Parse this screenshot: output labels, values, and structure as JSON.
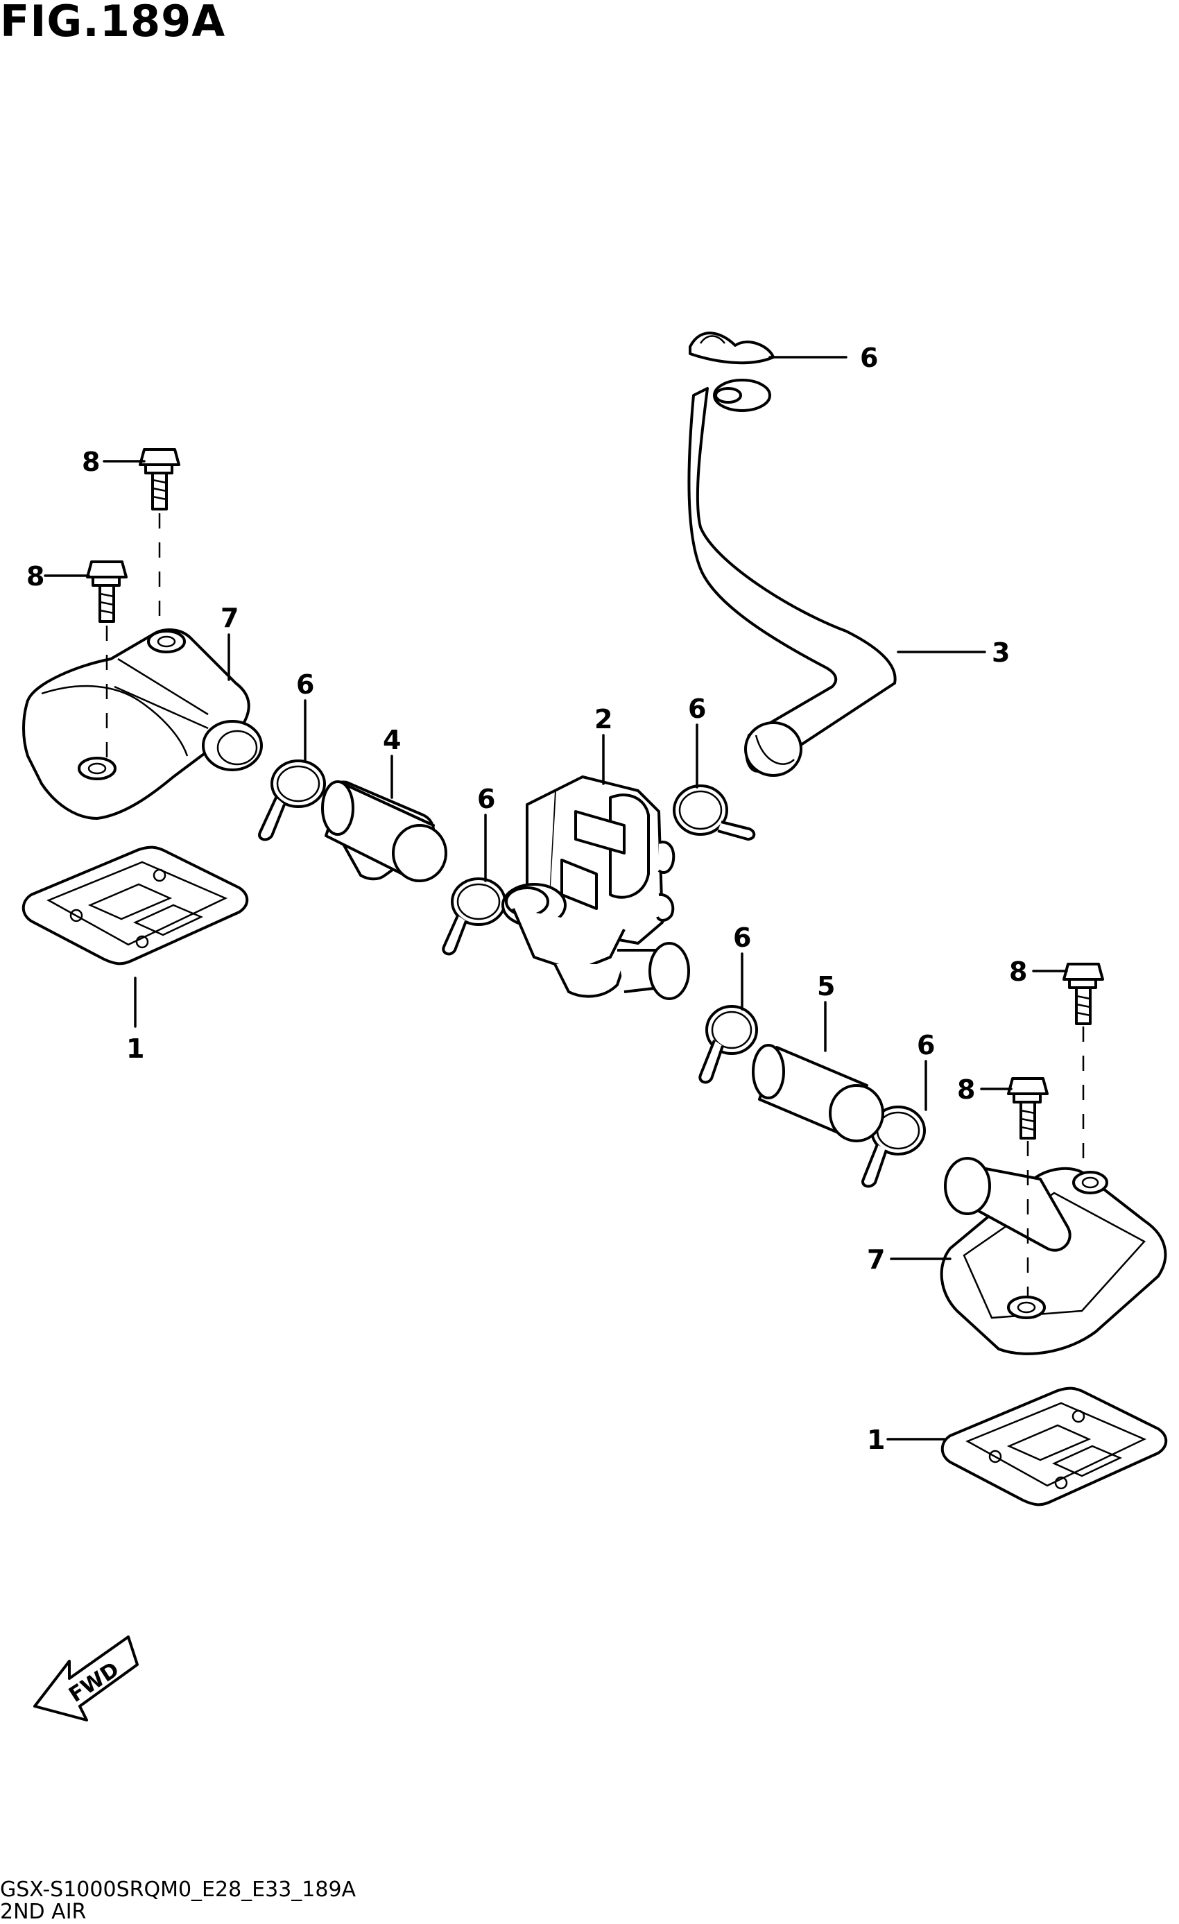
{
  "figure": {
    "title": "FIG.189A",
    "code": "GSX-S1000SRQM0_E28_E33_189A",
    "caption": "2ND AIR",
    "fwd_label": "FWD"
  },
  "callouts": [
    {
      "id": "c-6-top",
      "label": "6"
    },
    {
      "id": "c-8-a",
      "label": "8"
    },
    {
      "id": "c-8-b",
      "label": "8"
    },
    {
      "id": "c-7-a",
      "label": "7"
    },
    {
      "id": "c-6-a",
      "label": "6"
    },
    {
      "id": "c-4",
      "label": "4"
    },
    {
      "id": "c-2",
      "label": "2"
    },
    {
      "id": "c-6-b",
      "label": "6"
    },
    {
      "id": "c-3",
      "label": "3"
    },
    {
      "id": "c-6-c",
      "label": "6"
    },
    {
      "id": "c-1-a",
      "label": "1"
    },
    {
      "id": "c-6-d",
      "label": "6"
    },
    {
      "id": "c-5",
      "label": "5"
    },
    {
      "id": "c-8-c",
      "label": "8"
    },
    {
      "id": "c-6-e",
      "label": "6"
    },
    {
      "id": "c-8-d",
      "label": "8"
    },
    {
      "id": "c-7-b",
      "label": "7"
    },
    {
      "id": "c-1-b",
      "label": "1"
    }
  ]
}
